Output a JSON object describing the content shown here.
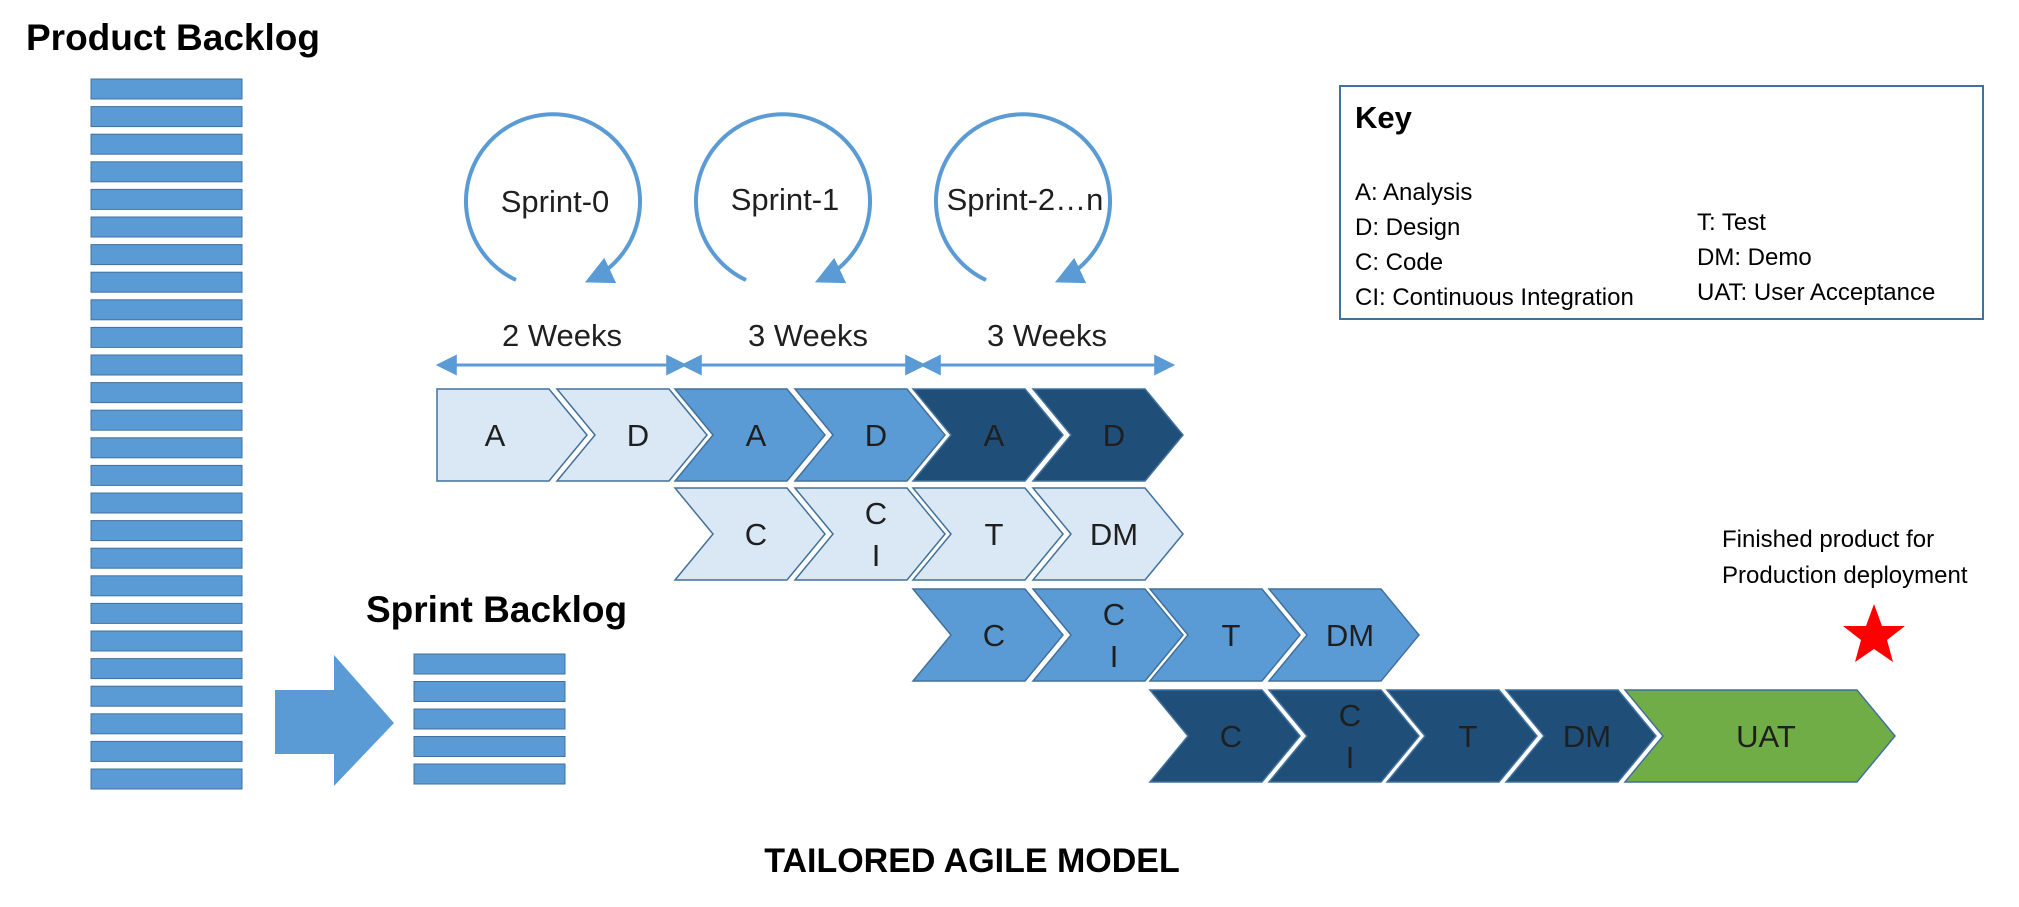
{
  "product_backlog": {
    "title": "Product Backlog",
    "item_count": 26
  },
  "sprint_backlog": {
    "title": "Sprint Backlog",
    "item_count": 5
  },
  "sprints": [
    {
      "label": "Sprint-0"
    },
    {
      "label": "Sprint-1"
    },
    {
      "label": "Sprint-2…n"
    }
  ],
  "durations": [
    "2 Weeks",
    "3 Weeks",
    "3 Weeks"
  ],
  "rows": [
    [
      {
        "label": "A",
        "fill": "#dae8f6",
        "text": "#1f1f1f"
      },
      {
        "label": "D",
        "fill": "#dae8f6",
        "text": "#1f1f1f"
      },
      {
        "label": "A",
        "fill": "#5b9bd5",
        "text": "#1f1f1f"
      },
      {
        "label": "D",
        "fill": "#5b9bd5",
        "text": "#1f1f1f"
      },
      {
        "label": "A",
        "fill": "#1f4e79",
        "text": "#1f1f1f"
      },
      {
        "label": "D",
        "fill": "#1f4e79",
        "text": "#1f1f1f"
      }
    ],
    [
      {
        "label": "C",
        "fill": "#dae8f6",
        "text": "#1f1f1f"
      },
      {
        "label": "CI",
        "fill": "#dae8f6",
        "text": "#1f1f1f"
      },
      {
        "label": "T",
        "fill": "#dae8f6",
        "text": "#1f1f1f"
      },
      {
        "label": "DM",
        "fill": "#dae8f6",
        "text": "#1f1f1f"
      }
    ],
    [
      {
        "label": "C",
        "fill": "#5b9bd5",
        "text": "#1f1f1f"
      },
      {
        "label": "CI",
        "fill": "#5b9bd5",
        "text": "#1f1f1f"
      },
      {
        "label": "T",
        "fill": "#5b9bd5",
        "text": "#1f1f1f"
      },
      {
        "label": "DM",
        "fill": "#5b9bd5",
        "text": "#1f1f1f"
      }
    ],
    [
      {
        "label": "C",
        "fill": "#1f4e79",
        "text": "#1f1f1f"
      },
      {
        "label": "CI",
        "fill": "#1f4e79",
        "text": "#1f1f1f"
      },
      {
        "label": "T",
        "fill": "#1f4e79",
        "text": "#1f1f1f"
      },
      {
        "label": "DM",
        "fill": "#1f4e79",
        "text": "#1f1f1f"
      },
      {
        "label": "UAT",
        "fill": "#70ad47",
        "text": "#1f1f1f"
      }
    ]
  ],
  "key": {
    "title": "Key",
    "left": [
      "A: Analysis",
      "D: Design",
      "C: Code",
      "CI: Continuous Integration"
    ],
    "right": [
      "T: Test",
      "DM: Demo",
      "UAT: User Acceptance"
    ]
  },
  "finish": {
    "line1": "Finished product for",
    "line2": "Production deployment",
    "star_color": "#ff0000"
  },
  "footer_title": "TAILORED AGILE MODEL",
  "colors": {
    "accent": "#5b9bd5",
    "dark": "#1f4e79",
    "light": "#dae8f6",
    "green": "#70ad47",
    "box_stroke": "#ffffff"
  }
}
